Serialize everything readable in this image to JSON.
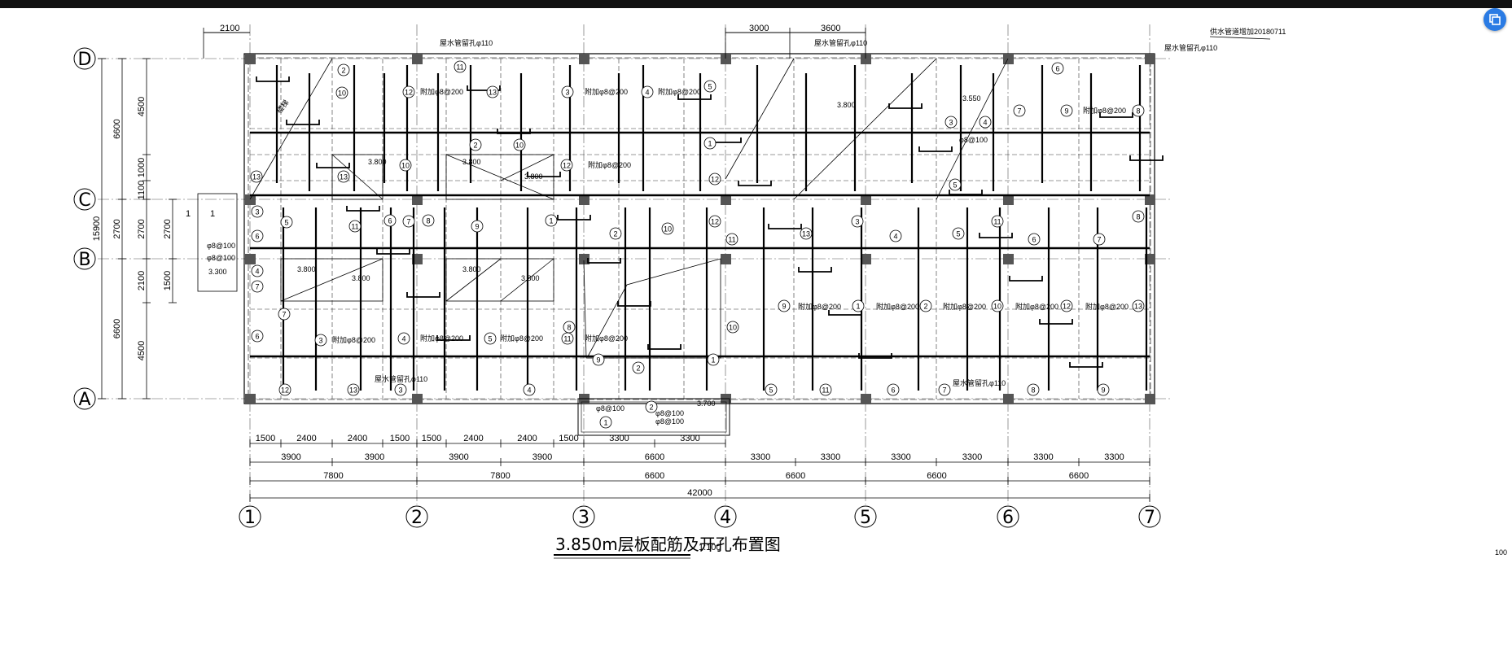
{
  "drawing": {
    "title": "3.850m层板配筋及开孔布置图",
    "scale": "1:100",
    "corner_note": "供水管道增加20180711",
    "page_number": "100"
  },
  "grid": {
    "columns": [
      {
        "label": "1"
      },
      {
        "label": "2"
      },
      {
        "label": "3"
      },
      {
        "label": "4"
      },
      {
        "label": "5"
      },
      {
        "label": "6"
      },
      {
        "label": "7"
      }
    ],
    "rows": [
      {
        "label": "D"
      },
      {
        "label": "C"
      },
      {
        "label": "B"
      },
      {
        "label": "A"
      }
    ]
  },
  "dims_bottom": {
    "row1": [
      "1500",
      "2400",
      "2400",
      "1500",
      "1500",
      "2400",
      "2400",
      "1500",
      "3300",
      "3300"
    ],
    "row2": [
      "3900",
      "3900",
      "3900",
      "3900",
      "6600",
      "3300",
      "3300",
      "3300",
      "3300",
      "3300",
      "3300"
    ],
    "row3": [
      "7800",
      "7800",
      "6600",
      "6600",
      "6600",
      "6600"
    ],
    "total": "42000"
  },
  "dims_left": {
    "outer_total": "15900",
    "outer": [
      "6600",
      "2700",
      "6600"
    ],
    "inner": [
      "4500",
      "1000",
      "1100",
      "2700",
      "2100",
      "4500"
    ],
    "stair": [
      "2700",
      "1500"
    ]
  },
  "dims_top": [
    "2100",
    "3000",
    "3600"
  ],
  "annotations": {
    "pipe_note": "屋水管留孔φ110",
    "reinf_ring": "附加φ8@200",
    "reinf_short": "φ8@100",
    "elev_380": "3.800",
    "elev_355": "3.550",
    "elev_370": "3.700",
    "elev_330": "3.300",
    "stair_label": "楼梯",
    "section_mark": "1"
  },
  "bar_marks": [
    "2",
    "10",
    "12",
    "13",
    "3",
    "4",
    "5",
    "11",
    "6",
    "7",
    "8",
    "9",
    "1"
  ],
  "ui": {
    "fab_icon": "layers-icon"
  }
}
